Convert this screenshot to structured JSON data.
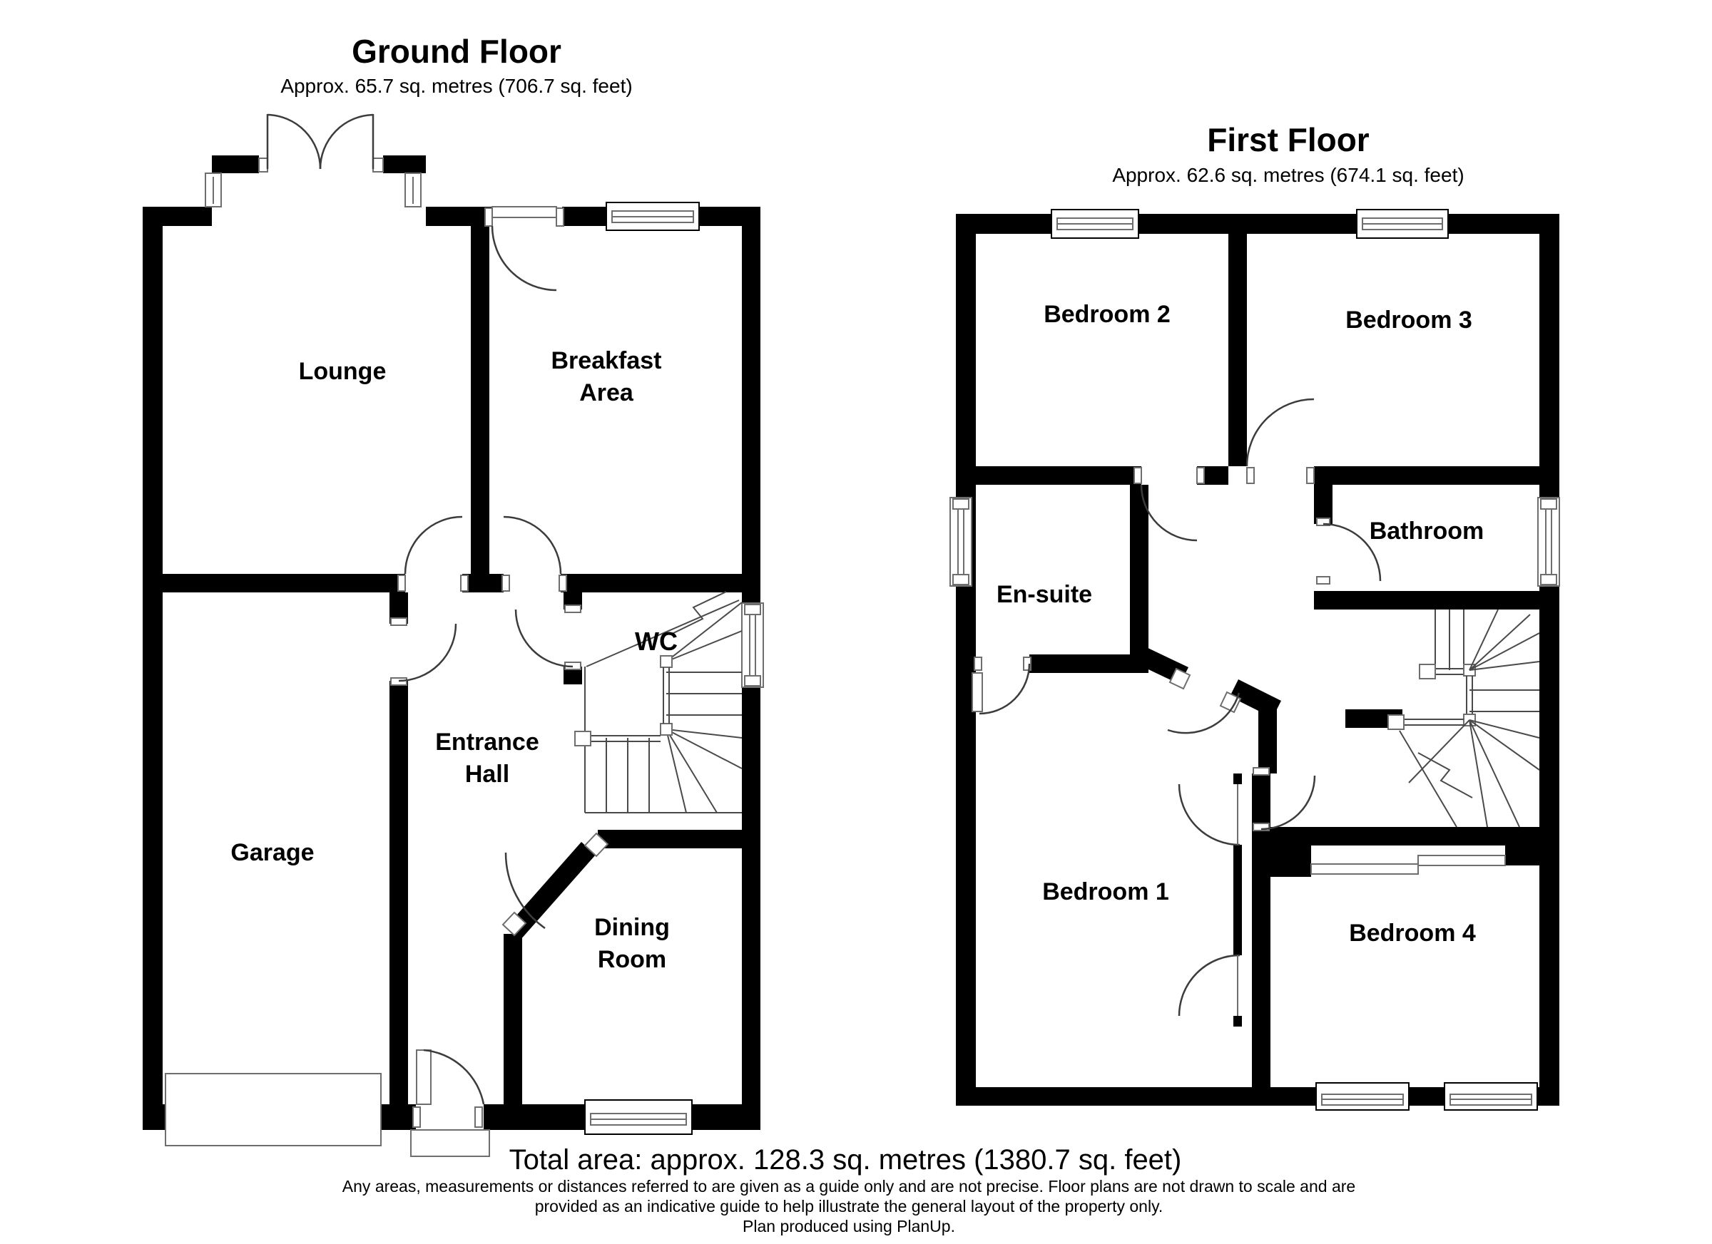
{
  "ground_floor": {
    "title": "Ground Floor",
    "subtitle": "Approx. 65.7 sq. metres (706.7 sq. feet)",
    "labels": {
      "lounge": "Lounge",
      "breakfast_l1": "Breakfast",
      "breakfast_l2": "Area",
      "wc": "WC",
      "hall_l1": "Entrance",
      "hall_l2": "Hall",
      "garage": "Garage",
      "dining_l1": "Dining",
      "dining_l2": "Room"
    }
  },
  "first_floor": {
    "title": "First Floor",
    "subtitle": "Approx. 62.6 sq. metres (674.1 sq. feet)",
    "labels": {
      "bedroom2": "Bedroom 2",
      "bedroom3": "Bedroom 3",
      "bathroom": "Bathroom",
      "ensuite": "En-suite",
      "bedroom1": "Bedroom 1",
      "bedroom4": "Bedroom 4"
    }
  },
  "footer": {
    "total_area": "Total area: approx. 128.3 sq. metres (1380.7 sq. feet)",
    "disclaimer_l1": "Any areas, measurements or distances referred to are given as a guide only and are not precise. Floor plans are not drawn to scale and are",
    "disclaimer_l2": "provided as an indicative guide to help illustrate the general layout of the property only.",
    "credit": "Plan produced using PlanUp."
  },
  "colors": {
    "wall": "#000000",
    "background": "#ffffff"
  }
}
